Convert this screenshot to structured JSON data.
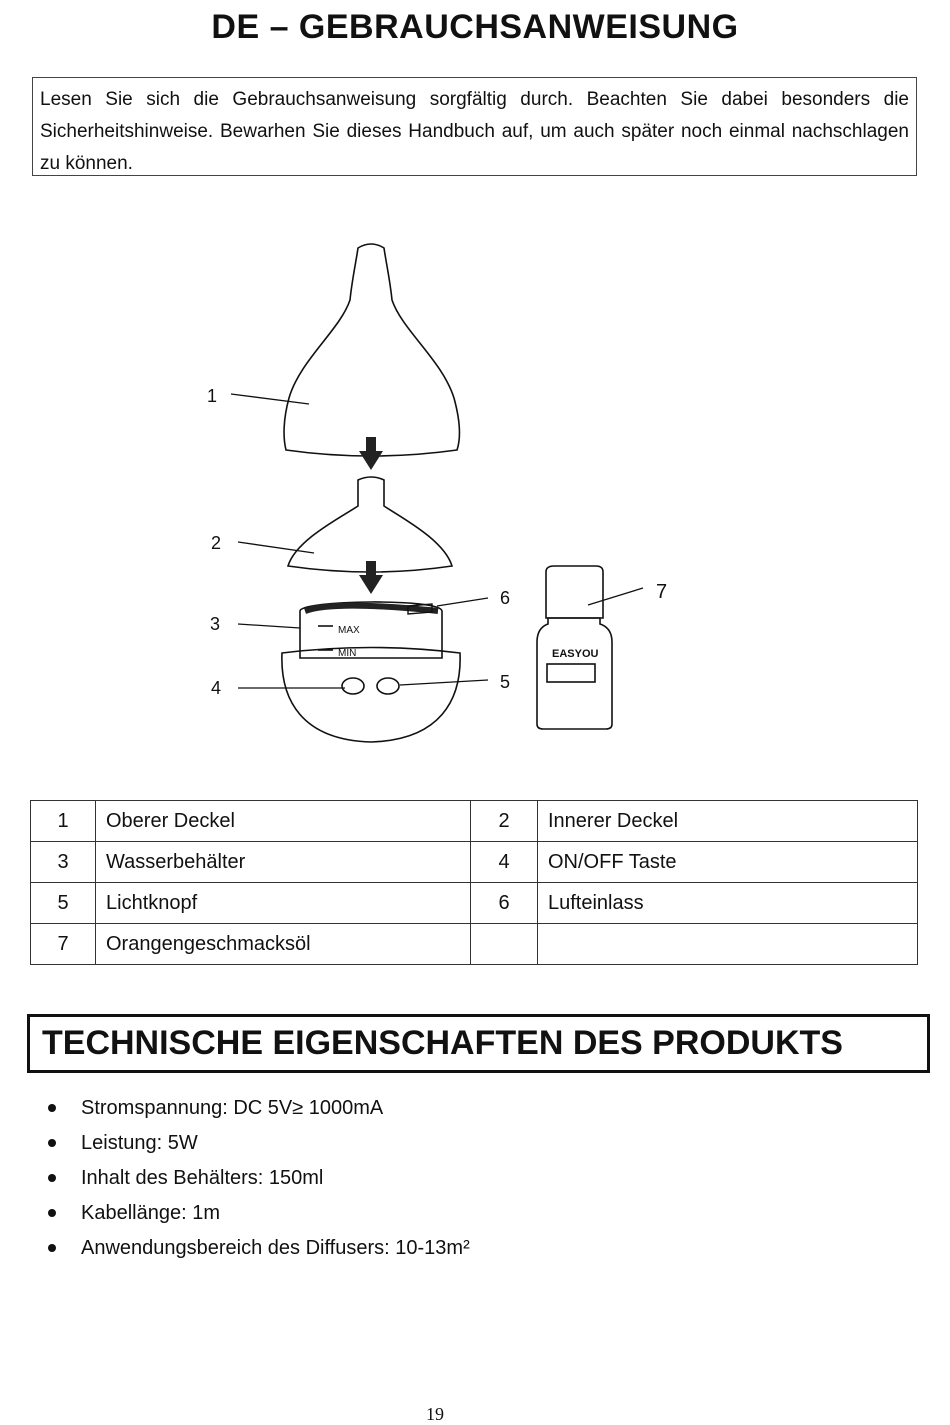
{
  "header": {
    "title": "DE – GEBRAUCHSANWEISUNG"
  },
  "intro": {
    "text": "Lesen Sie sich die Gebrauchsanweisung sorgfältig durch. Beachten Sie dabei besonders die Sicherheitshinweise. Bewarhen Sie dieses Handbuch auf, um auch später noch einmal nachschlagen zu können."
  },
  "figure": {
    "callouts": [
      "1",
      "2",
      "3",
      "4",
      "5",
      "6",
      "7"
    ],
    "max_label": "MAX",
    "min_label": "MIN",
    "bottle_brand": "EASYOU"
  },
  "parts_table": {
    "rows": [
      [
        {
          "num": "1",
          "label": "Oberer Deckel"
        },
        {
          "num": "2",
          "label": "Innerer Deckel"
        }
      ],
      [
        {
          "num": "3",
          "label": "Wasserbehälter"
        },
        {
          "num": "4",
          "label": "ON/OFF Taste"
        }
      ],
      [
        {
          "num": "5",
          "label": "Lichtknopf"
        },
        {
          "num": "6",
          "label": "Lufteinlass"
        }
      ],
      [
        {
          "num": "7",
          "label": "Orangengeschmacksöl"
        },
        {
          "num": "",
          "label": ""
        }
      ]
    ]
  },
  "specs_section": {
    "title": "TECHNISCHE EIGENSCHAFTEN DES PRODUKTS",
    "items": [
      "Stromspannung: DC 5V≥ 1000mA",
      "Leistung:  5W",
      "Inhalt des Behälters:  150ml",
      "Kabellänge: 1m",
      "Anwendungsbereich des Diffusers: 10-13m²"
    ]
  },
  "footer": {
    "page_number": "19"
  }
}
